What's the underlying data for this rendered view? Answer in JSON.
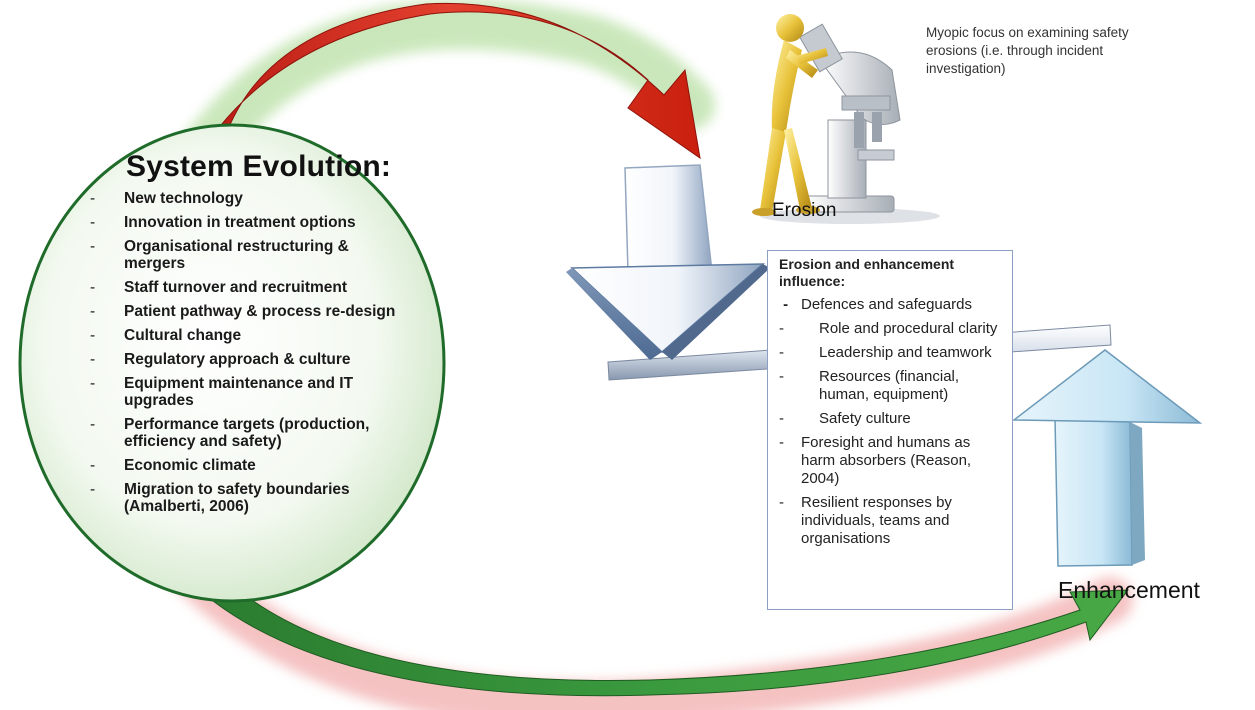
{
  "note": "Myopic focus on examining safety erosions (i.e. through incident investigation)",
  "erosion_label": "Erosion",
  "enhancement_label": "Enhancement",
  "system_evolution": {
    "title": "System Evolution:",
    "items": [
      "New technology",
      "Innovation in treatment options",
      "Organisational restructuring & mergers",
      "Staff turnover and recruitment",
      "Patient pathway & process re-design",
      "Cultural change",
      "Regulatory approach & culture",
      "Equipment maintenance and IT upgrades",
      "Performance targets (production, efficiency and safety)",
      "Economic climate",
      "Migration to safety boundaries (Amalberti, 2006)"
    ]
  },
  "influence_box": {
    "title": "Erosion and enhancement influence:",
    "defences": "Defences and safeguards",
    "sub_items": [
      "Role and procedural clarity",
      "Leadership and teamwork",
      "Resources (financial, human, equipment)",
      "Safety culture"
    ],
    "items": [
      "Foresight and humans as harm absorbers (Reason, 2004)",
      "Resilient responses by individuals, teams and organisations"
    ]
  },
  "colors": {
    "circle_fill": "#eef6ea",
    "circle_stroke": "#1f6b2a",
    "top_arrow": "#d42a1c",
    "bottom_arrow": "#2e8b34",
    "down_arrow": "#9fb2cc",
    "up_arrow": "#bfe1f2",
    "box_border": "#8e9fc4"
  }
}
